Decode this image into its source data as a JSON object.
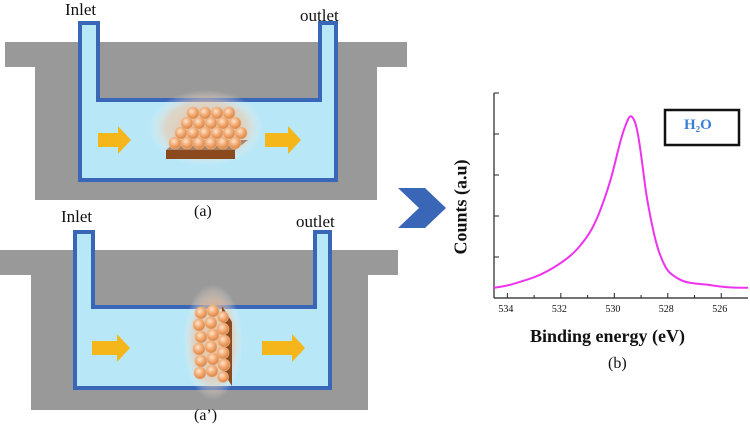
{
  "panel_a": {
    "inlet_label": "Inlet",
    "outlet_label": "outlet",
    "caption": "(a)"
  },
  "panel_a_prime": {
    "inlet_label": "Inlet",
    "outlet_label": "outlet",
    "caption": "(a’)"
  },
  "colors": {
    "housing": "#999999",
    "channel_wall": "#3a66b8",
    "channel_fill": "#b8e7f7",
    "arrow": "#f4b61a",
    "particles": "#f0a46a",
    "substrate": "#8b4a1e",
    "spectrum_line": "#ee33ee",
    "legend_text": "#3a7fd5",
    "transition_arrow": "#3a66b8"
  },
  "spectrum": {
    "legend": "H₂O",
    "caption": "(b)",
    "chart_data": {
      "type": "line",
      "title": "",
      "xlabel": "Binding energy (eV)",
      "ylabel": "Counts (a.u)",
      "x_reversed": true,
      "xlim": [
        534.5,
        525
      ],
      "ylim": [
        0,
        1
      ],
      "x_ticks": [
        534,
        532,
        530,
        528,
        526
      ],
      "x_tick_labels": [
        "534",
        "532",
        "530",
        "528",
        "526"
      ],
      "y_tick_labels_visible": false,
      "series": [
        {
          "name": "H₂O",
          "x": [
            534.5,
            534,
            533.5,
            533,
            532.5,
            532,
            531.5,
            531,
            530.7,
            530.4,
            530.1,
            529.9,
            529.7,
            529.5,
            529.4,
            529.3,
            529.2,
            529.1,
            529.0,
            528.9,
            528.8,
            528.6,
            528.4,
            528.2,
            528.0,
            527.7,
            527.4,
            527.0,
            526.5,
            526.0,
            525.5,
            525
          ],
          "y": [
            0.05,
            0.06,
            0.08,
            0.1,
            0.13,
            0.17,
            0.22,
            0.3,
            0.37,
            0.47,
            0.59,
            0.7,
            0.8,
            0.87,
            0.89,
            0.88,
            0.85,
            0.79,
            0.7,
            0.6,
            0.5,
            0.36,
            0.25,
            0.18,
            0.13,
            0.1,
            0.08,
            0.07,
            0.065,
            0.055,
            0.05,
            0.05
          ]
        }
      ]
    }
  }
}
